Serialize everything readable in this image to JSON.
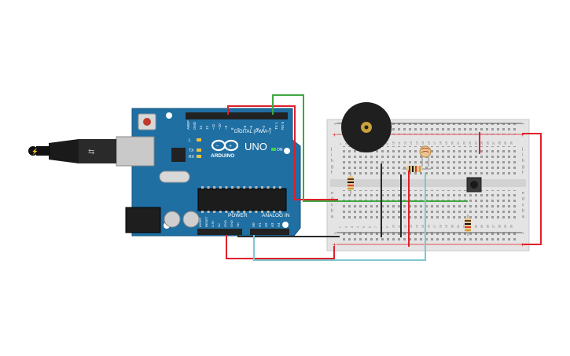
{
  "board": {
    "brand": "ARDUINO",
    "model": "UNO",
    "on_label": "ON",
    "digital_label": "DIGITAL (PWM~)",
    "power_label": "POWER",
    "analog_label": "ANALOG IN",
    "tx_label": "TX",
    "rx_label": "RX",
    "l_label": "L",
    "digital_pins": [
      "AREF",
      "GND",
      "13",
      "12",
      "~11",
      "~10",
      "~9",
      "8",
      "7",
      "~6",
      "~5",
      "4",
      "~3",
      "2",
      "TX 1",
      "RX 0"
    ],
    "power_pins": [
      "IOREF",
      "RESET",
      "3.3V",
      "5V",
      "GND",
      "GND",
      "Vin"
    ],
    "analog_pins": [
      "A0",
      "A1",
      "A2",
      "A3",
      "A4",
      "A5"
    ]
  },
  "breadboard": {
    "col_numbers": [
      "1",
      "2",
      "3",
      "4",
      "5",
      "6",
      "7",
      "8",
      "9",
      "10",
      "11",
      "12",
      "13",
      "14",
      "15",
      "16",
      "17",
      "18",
      "19",
      "20",
      "21",
      "22",
      "23",
      "24",
      "25",
      "26",
      "27",
      "28",
      "29",
      "30"
    ],
    "top_rows": [
      "j",
      "i",
      "h",
      "g",
      "f"
    ],
    "bottom_rows": [
      "e",
      "d",
      "c",
      "b",
      "a"
    ],
    "plus": "+",
    "minus": "-"
  },
  "colors": {
    "board": "#1f6fa3",
    "breadboard": "#e4e4e4",
    "wire_red": "#e0202a",
    "wire_green": "#3fa842",
    "wire_black": "#2a2a2a",
    "wire_cyan": "#7ec8cf"
  },
  "icons": {
    "usb": "usb-cable-icon",
    "logo": "arduino-infinity-logo-icon",
    "buzzer": "piezo-buzzer-icon",
    "ldr": "photoresistor-icon",
    "button": "pushbutton-icon"
  }
}
